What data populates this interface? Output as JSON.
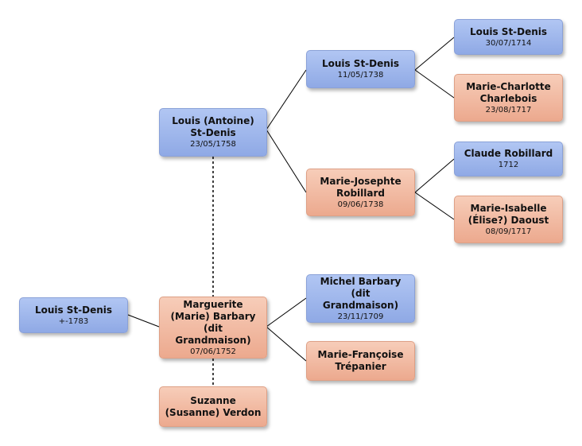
{
  "people": {
    "root": {
      "name": "Louis St-Denis",
      "date": "+-1783"
    },
    "father": {
      "name": "Louis (Antoine) St-Denis",
      "date": "23/05/1758"
    },
    "mother": {
      "name": "Marguerite (Marie) Barbary (dit Grandmaison)",
      "date": "07/06/1752"
    },
    "other_spouse": {
      "name": "Suzanne (Susanne) Verdon",
      "date": ""
    },
    "pat_grandfather": {
      "name": "Louis St-Denis",
      "date": "11/05/1738"
    },
    "pat_grandmother": {
      "name": "Marie-Josephte Robillard",
      "date": "09/06/1738"
    },
    "mat_grandfather": {
      "name": "Michel Barbary (dit Grandmaison)",
      "date": "23/11/1709"
    },
    "mat_grandmother": {
      "name": "Marie-Françoise Trépanier",
      "date": ""
    },
    "ggf1": {
      "name": "Louis St-Denis",
      "date": "30/07/1714"
    },
    "ggm1": {
      "name": "Marie-Charlotte Charlebois",
      "date": "23/08/1717"
    },
    "ggf2": {
      "name": "Claude Robillard",
      "date": "1712"
    },
    "ggm2": {
      "name": "Marie-Isabelle (Élise?) Daoust",
      "date": "08/09/1717"
    }
  },
  "colors": {
    "male": "#9db5ec",
    "female": "#f1b9a1",
    "connector": "#000000"
  }
}
